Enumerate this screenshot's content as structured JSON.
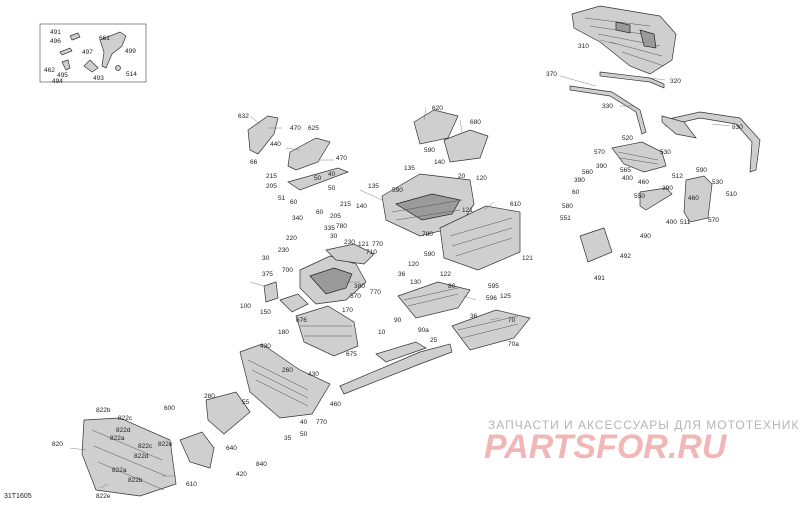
{
  "diagram": {
    "drawing_id": "31T1605",
    "watermark": {
      "tagline": "ЗАПЧАСТИ И АКСЕССУАРЫ ДЛЯ МОТОТЕХНИКИ",
      "logo_text": "PARTSFOR.RU"
    },
    "callouts": [
      "491",
      "496",
      "661",
      "497",
      "499",
      "462",
      "495",
      "494",
      "493",
      "514",
      "310",
      "370",
      "320",
      "330",
      "830",
      "632",
      "470",
      "440",
      "66",
      "625",
      "470",
      "215",
      "205",
      "51",
      "60",
      "50",
      "50",
      "40",
      "215",
      "340",
      "60",
      "205",
      "620",
      "680",
      "590",
      "140",
      "135",
      "20",
      "120",
      "135",
      "590",
      "140",
      "121",
      "780",
      "121",
      "770",
      "780",
      "590",
      "610",
      "121",
      "520",
      "570",
      "530",
      "390",
      "560",
      "565",
      "390",
      "460",
      "400",
      "60",
      "590",
      "512",
      "530",
      "550",
      "390",
      "460",
      "510",
      "580",
      "551",
      "400",
      "511",
      "570",
      "490",
      "492",
      "491",
      "335",
      "220",
      "230",
      "30",
      "230",
      "30",
      "710",
      "375",
      "700",
      "380",
      "570",
      "770",
      "100",
      "150",
      "676",
      "170",
      "180",
      "675",
      "120",
      "36",
      "130",
      "122",
      "80",
      "595",
      "36",
      "596",
      "125",
      "90",
      "90a",
      "70",
      "10",
      "25",
      "70a",
      "430",
      "260",
      "430",
      "460",
      "280",
      "770",
      "600",
      "55",
      "35",
      "50",
      "840",
      "640",
      "420",
      "40",
      "822b",
      "822c",
      "822d",
      "822a",
      "820",
      "822c",
      "822d",
      "822e",
      "610",
      "822a",
      "822b",
      "822e"
    ]
  }
}
